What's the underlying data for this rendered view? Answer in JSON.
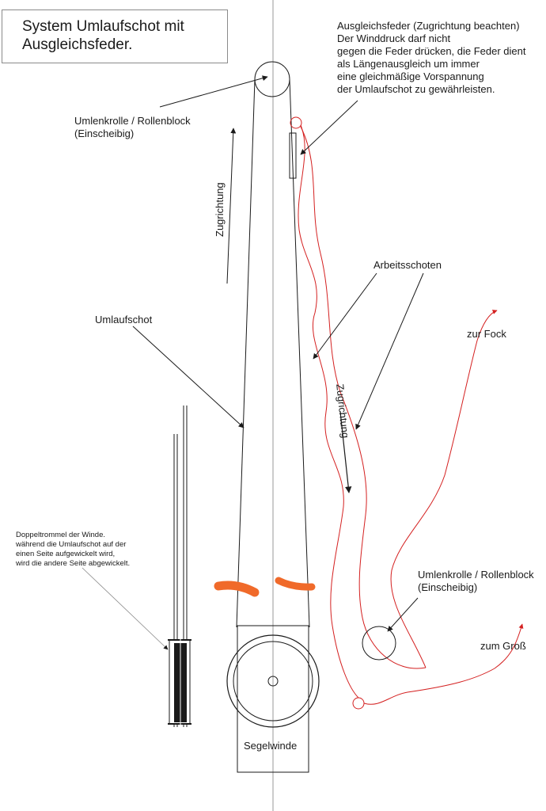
{
  "title": "System Umlaufschot mit\nAusgleichsfeder.",
  "labels": {
    "ausgleichsfeder": "Ausgleichsfeder (Zugrichtung beachten)\nDer Winddruck darf nicht\ngegen die Feder drücken, die Feder dient\nals Längenausgleich um immer\neine gleichmäßige Vorspannung\nder Umlaufschot zu gewährleisten.",
    "umlenkrolle_top": "Umlenkrolle / Rollenblock\n(Einscheibig)",
    "zugrichtung_left": "Zugrichtung",
    "arbeitsschoten": "Arbeitsschoten",
    "zur_fock": "zur Fock",
    "umlaufschot": "Umlaufschot",
    "zugrichtung_right": "Zugrichtung",
    "doppeltrommel": "Doppeltrommel der Winde.\nwährend die Umlaufschot auf der\neinen Seite aufgewickelt wird,\nwird die andere Seite abgewickelt.",
    "umlenkrolle_bottom": "Umlenkrolle / Rollenblock\n(Einscheibig)",
    "zum_gross": "zum Groß",
    "segelwinde": "Segelwinde"
  },
  "colors": {
    "line": "#1a1a1a",
    "red_line": "#d42020",
    "orange_mark": "#f06a2a",
    "gray": "#8a8a8a"
  }
}
